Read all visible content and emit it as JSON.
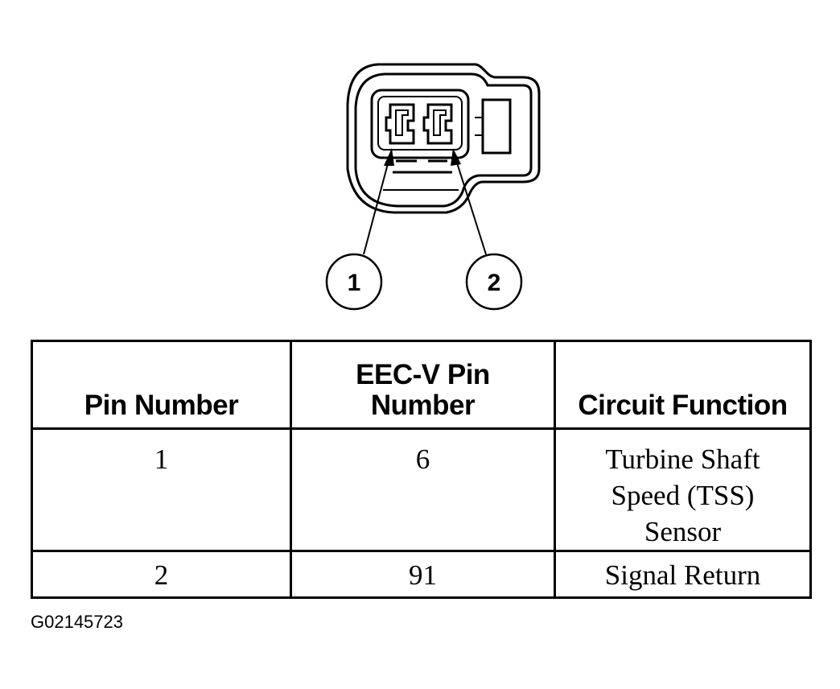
{
  "diagram": {
    "callouts": [
      "1",
      "2"
    ]
  },
  "table": {
    "headers": [
      "Pin Number",
      "EEC-V Pin Number",
      "Circuit Function"
    ],
    "rows": [
      [
        "1",
        "6",
        "Turbine Shaft Speed (TSS) Sensor"
      ],
      [
        "2",
        "91",
        "Signal Return"
      ]
    ]
  },
  "figure_id": "G02145723"
}
